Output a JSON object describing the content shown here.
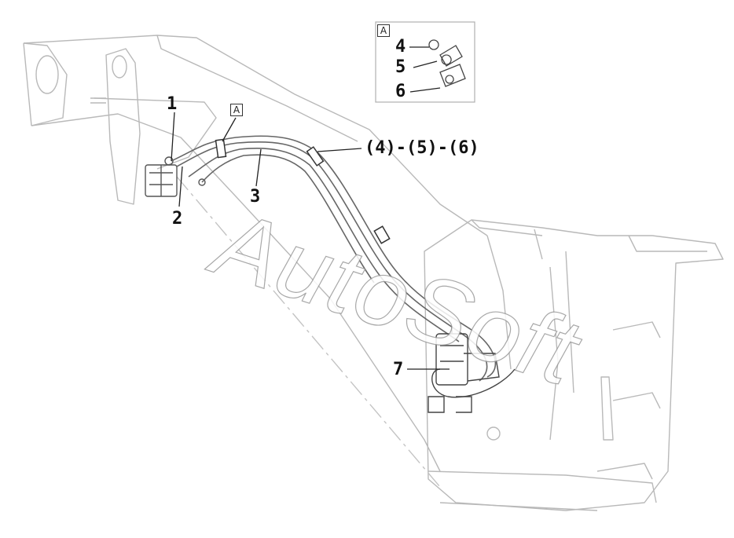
{
  "watermark": "AutoSoft",
  "detail": {
    "tag": "A",
    "parts": [
      "4",
      "5",
      "6"
    ]
  },
  "callouts": {
    "part1": "1",
    "part2": "2",
    "part3": "3",
    "part7": "7",
    "clamp_group": "(4)-(5)-(6)",
    "view_tag": "A"
  }
}
